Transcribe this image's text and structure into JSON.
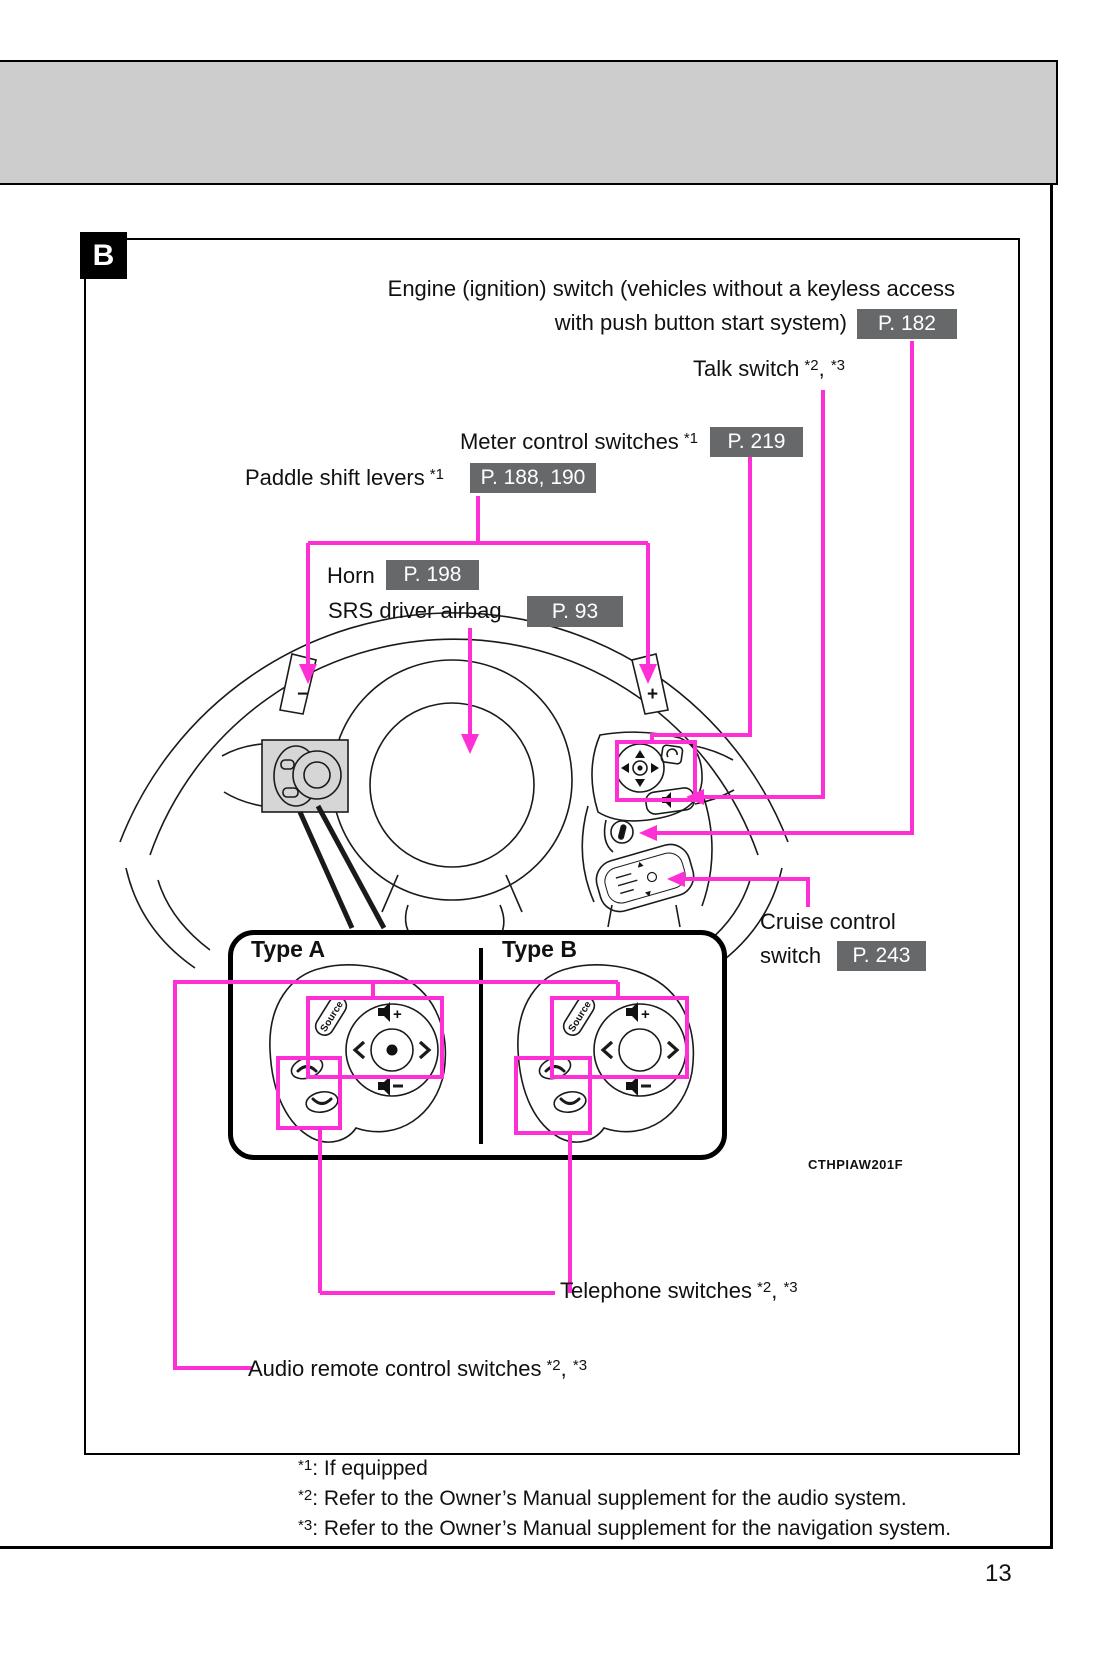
{
  "page": {
    "number": "13",
    "section_label": "B",
    "figure_code": "CTHPIAW201F"
  },
  "colors": {
    "callout_magenta": "#ff2fd6",
    "badge_bg": "#67686a",
    "header_band_bg": "#cdcdcd",
    "line_art": "#1a1a1a"
  },
  "callouts": {
    "engine": {
      "line1": "Engine (ignition) switch (vehicles without a keyless access",
      "line2": "with push button start system)",
      "page_ref": "P. 182"
    },
    "talk": {
      "label": "Talk switch",
      "n1": "*2",
      "sep": ", ",
      "n2": "*3"
    },
    "meter": {
      "label": "Meter control switches",
      "note": "*1",
      "page_ref": "P. 219"
    },
    "paddle": {
      "label": "Paddle shift levers",
      "note": "*1",
      "page_ref": "P. 188, 190"
    },
    "horn": {
      "label": "Horn",
      "page_ref": "P. 198"
    },
    "srs": {
      "label": "SRS driver airbag",
      "page_ref": "P. 93"
    },
    "cruise": {
      "line1": "Cruise control",
      "line2": "switch",
      "page_ref": "P. 243"
    },
    "telephone": {
      "label": "Telephone switches",
      "n1": "*2",
      "sep": ", ",
      "n2": "*3"
    },
    "audio": {
      "label": "Audio remote control switches",
      "n1": "*2",
      "sep": ", ",
      "n2": "*3"
    }
  },
  "detail_box": {
    "type_a": "Type A",
    "type_b": "Type B",
    "source_label": "Source"
  },
  "wheel": {
    "paddle_minus": "−",
    "paddle_plus": "+"
  },
  "footnotes": [
    {
      "marker": "*1",
      "text": ": If equipped"
    },
    {
      "marker": "*2",
      "text": ": Refer to the Owner’s Manual supplement for the audio system."
    },
    {
      "marker": "*3",
      "text": ": Refer to the Owner’s Manual supplement for the navigation system."
    }
  ]
}
